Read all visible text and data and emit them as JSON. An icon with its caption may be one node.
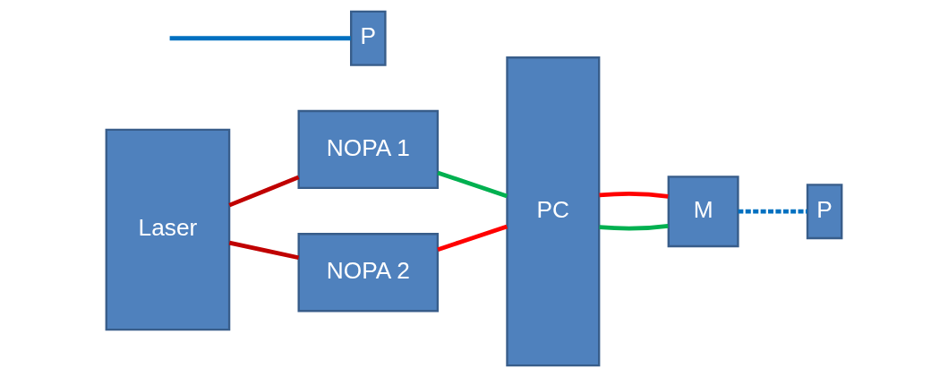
{
  "diagram": {
    "nodes": [
      {
        "text": [
          "Laser"
        ]
      },
      {
        "text": [
          "NOPA 1"
        ]
      },
      {
        "text": [
          "NOPA 2"
        ]
      },
      {
        "text": [
          "PC"
        ]
      },
      {
        "text": [
          "M"
        ]
      },
      {
        "text": [
          "P"
        ]
      },
      {
        "text": [
          "P"
        ]
      }
    ],
    "edges": [
      {
        "from": 0,
        "to": 1,
        "arrow": "none",
        "color": "#c00000"
      },
      {
        "from": 0,
        "to": 2,
        "arrow": "none",
        "color": "#c00000"
      },
      {
        "from": 1,
        "to": 3,
        "arrow": "none",
        "color": "#00b050"
      },
      {
        "from": 2,
        "to": 3,
        "arrow": "none",
        "color": "#ff0000"
      },
      {
        "from": 3,
        "to": 4,
        "arrow": "none",
        "color": "#00b050"
      },
      {
        "from": 3,
        "to": 4,
        "arrow": "none",
        "color": "#ff0000"
      },
      {
        "from": null,
        "to": 5,
        "arrow": "none",
        "color": "#0070c0"
      },
      {
        "from": 4,
        "to": 6,
        "arrow": "none",
        "style": "dashed",
        "color": "#0070c0"
      }
    ]
  }
}
